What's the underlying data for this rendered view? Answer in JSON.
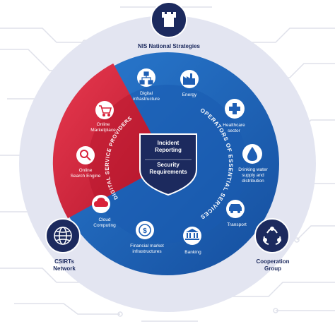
{
  "top": {
    "label": "NIS National Strategies",
    "icon": "castle-tower-icon"
  },
  "center": {
    "line1": "Incident",
    "line2": "Reporting",
    "line3": "Security",
    "line4": "Requirements"
  },
  "dsp": {
    "title": "DIGITAL SERVICE PROVIDERS",
    "color": "#d9223a",
    "items": [
      {
        "label1": "Online",
        "label2": "Marketplace",
        "icon": "shopping-cart-icon"
      },
      {
        "label1": "Online",
        "label2": "Search Engine",
        "icon": "search-magnifier-icon"
      },
      {
        "label1": "Cloud",
        "label2": "Computing",
        "icon": "cloud-icon"
      }
    ]
  },
  "oes": {
    "title": "OPERATORS OF ESSENTIAL SERVICES",
    "color": "#1f5fb4",
    "items": [
      {
        "label1": "Digital",
        "label2": "infrastructure",
        "icon": "network-hierarchy-icon"
      },
      {
        "label1": "Energy",
        "label2": "",
        "icon": "factory-icon"
      },
      {
        "label1": "Healthcare",
        "label2": "sector",
        "icon": "medical-cross-icon"
      },
      {
        "label1": "Drinking water",
        "label2": "supply and",
        "label3": "distribution",
        "icon": "water-drop-icon"
      },
      {
        "label1": "Transport",
        "label2": "",
        "icon": "car-icon"
      },
      {
        "label1": "Banking",
        "label2": "",
        "icon": "bank-building-icon"
      },
      {
        "label1": "Financial market",
        "label2": "infrastructures",
        "icon": "dollar-coin-icon"
      }
    ]
  },
  "csirts": {
    "label1": "CSIRTs",
    "label2": "Network",
    "icon": "globe-network-icon"
  },
  "cooperation": {
    "label1": "Cooperation",
    "label2": "Group",
    "icon": "people-group-icon"
  },
  "colors": {
    "navy": "#1c2a5e",
    "outer_ring": "#e3e5f1",
    "blue": "#1f5fb4",
    "red": "#d9223a",
    "red_dark": "#b3152b",
    "blue_light": "#2c75c9"
  }
}
